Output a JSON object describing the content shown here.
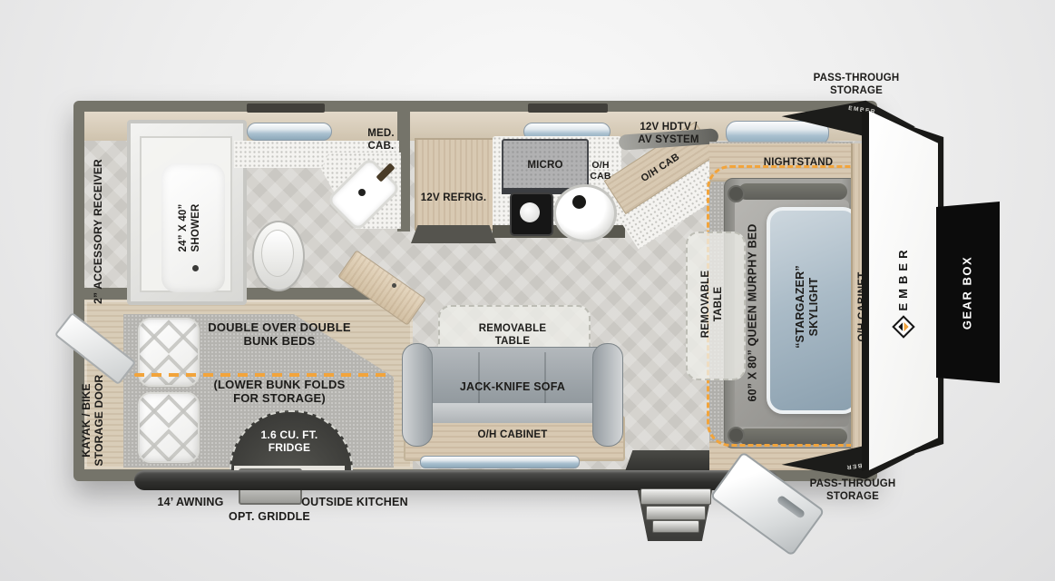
{
  "plan": {
    "brand": "EMBER",
    "colors": {
      "accent_orange": "#F2A43B",
      "wall_gray": "#75746A",
      "brand_black": "#121212",
      "skylight_blue": "#A9BAC7"
    },
    "exterior": {
      "pass_through_l1": "PASS-THROUGH",
      "pass_through_l2": "STORAGE",
      "awning": "14’ AWNING",
      "outside_kitchen": "OUTSIDE KITCHEN",
      "opt_griddle": "OPT. GRIDDLE",
      "accessory_receiver": "2” ACCESSORY RECEIVER",
      "kayak_l1": "KAYAK / BIKE",
      "kayak_l2": "STORAGE DOOR",
      "gear_box": "GEAR BOX"
    },
    "bathroom": {
      "shower_l1": "24” X 40”",
      "shower_l2": "SHOWER",
      "med_cab_l1": "MED.",
      "med_cab_l2": "CAB."
    },
    "kitchen": {
      "refrig": "12V REFRIG.",
      "micro": "MICRO",
      "oh_cab_l1": "O/H",
      "oh_cab_l2": "CAB",
      "oh_cab_angled": "O/H CAB",
      "hdtv_l1": "12V HDTV /",
      "hdtv_l2": "AV SYSTEM"
    },
    "living": {
      "table_l1": "REMOVABLE",
      "table_l2": "TABLE",
      "sofa": "JACK-KNIFE SOFA",
      "oh_cabinet": "O/H CABINET"
    },
    "bunk": {
      "l1": "DOUBLE OVER DOUBLE",
      "l2": "BUNK BEDS",
      "l3": "(LOWER BUNK FOLDS",
      "l4": "FOR STORAGE)",
      "fridge_l1": "1.6 CU. FT.",
      "fridge_l2": "FRIDGE"
    },
    "bedroom": {
      "nightstand": "NIGHTSTAND",
      "murphy_bed": "60” X 80” QUEEN MURPHY BED",
      "skylight_l1": "“STARGAZER”",
      "skylight_l2": "SKYLIGHT",
      "table_l1": "REMOVABLE",
      "table_l2": "TABLE",
      "oh_cabinet": "O/H CABINET"
    }
  }
}
